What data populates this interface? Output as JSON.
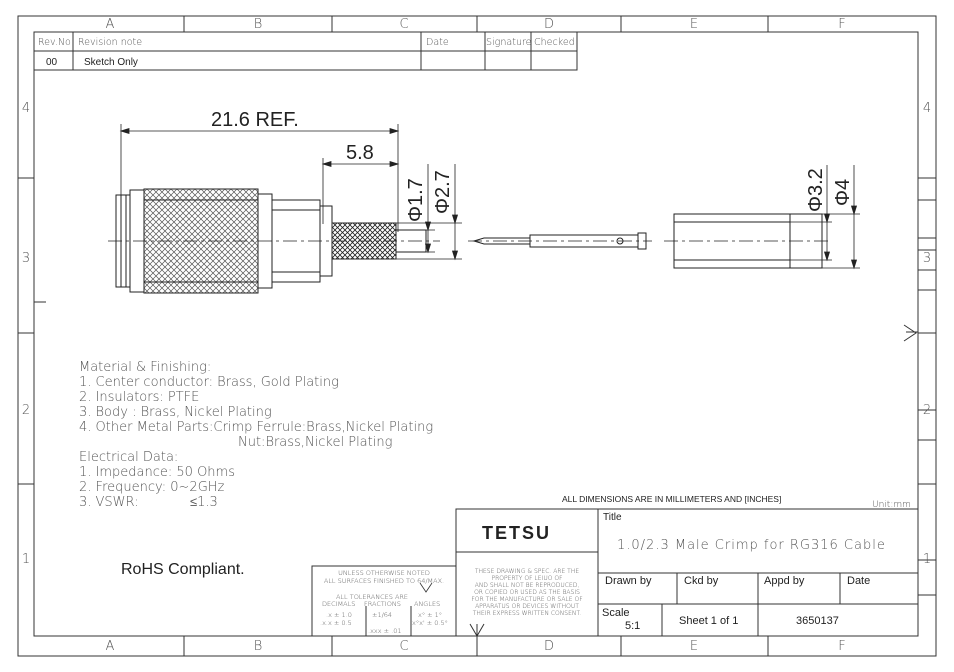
{
  "frame": {
    "cols": [
      "A",
      "B",
      "C",
      "D",
      "E",
      "F"
    ],
    "rows_left": [
      "4",
      "3",
      "2",
      "1"
    ],
    "rows_right": [
      "4",
      "3",
      "2",
      "1"
    ]
  },
  "revision": {
    "headers": [
      "Rev.No",
      "Revision note",
      "Date",
      "Signature",
      "Checked"
    ],
    "row": {
      "rev": "00",
      "note": "Sketch Only",
      "date": "",
      "signature": "",
      "checked": ""
    }
  },
  "dimensions": {
    "overall": "21.6 REF.",
    "strip": "5.8",
    "d1": "Φ1.7",
    "d2": "Φ2.7",
    "d3": "Φ3.2",
    "d4": "Φ4"
  },
  "notes": {
    "material_title": "Material & Finishing:",
    "material": [
      "1. Center conductor: Brass, Gold Plating",
      "2. Insulators: PTFE",
      "3. Body : Brass, Nickel Plating",
      "4. Other Metal Parts:Crimp Ferrule:Brass,Nickel Plating",
      "Nut:Brass,Nickel Plating"
    ],
    "electrical_title": "Electrical Data:",
    "electrical": [
      "1. Impedance: 50 Ohms",
      "2. Frequency: 0~2GHz",
      "3. VSWR:",
      "≤1.3"
    ],
    "rohs": "RoHS Compliant."
  },
  "titleblock": {
    "units_note": "ALL DIMENSIONS ARE IN MILLIMETERS AND [INCHES]",
    "unit": "Unit:mm",
    "company": "TETSU",
    "title_label": "Title",
    "title": "1.0/2.3 Male Crimp for RG316 Cable",
    "tolerance": {
      "line1": "UNLESS OTHERWISE NOTED",
      "line2": "ALL SURFACES FINISHED TO 64/MAX.",
      "line3": "ALL TOLERANCES ARE",
      "h_decimals": "DECIMALS",
      "h_fractions": "FRACTIONS",
      "h_angles": "ANGLES",
      "dec1": ".x ± 1.0",
      "dec2": ".x.x ± 0.5",
      "frac1": "±1/64",
      "frac2": ".xxx ± .01",
      "ang1": "x° ± 1°",
      "ang2": "x°x' ± 0.5°"
    },
    "property_text": [
      "THESE DRAWING & SPEC. ARE THE",
      "PROPERTY OF LEIUO OF",
      "AND SHALL NOT BE REPRODUCED,",
      "OR COPIED OR USED AS THE BASIS",
      "FOR THE MANUFACTURE OR SALE OF",
      "APPARATUS OR DEVICES WITHOUT",
      "THEIR EXPRESS WRITTEN CONSENT."
    ],
    "drawn_by": "Drawn by",
    "ckd_by": "Ckd by",
    "appd_by": "Appd by",
    "date": "Date",
    "scale_label": "Scale",
    "scale": "5:1",
    "sheet": "Sheet 1 of 1",
    "part_no": "3650137"
  }
}
